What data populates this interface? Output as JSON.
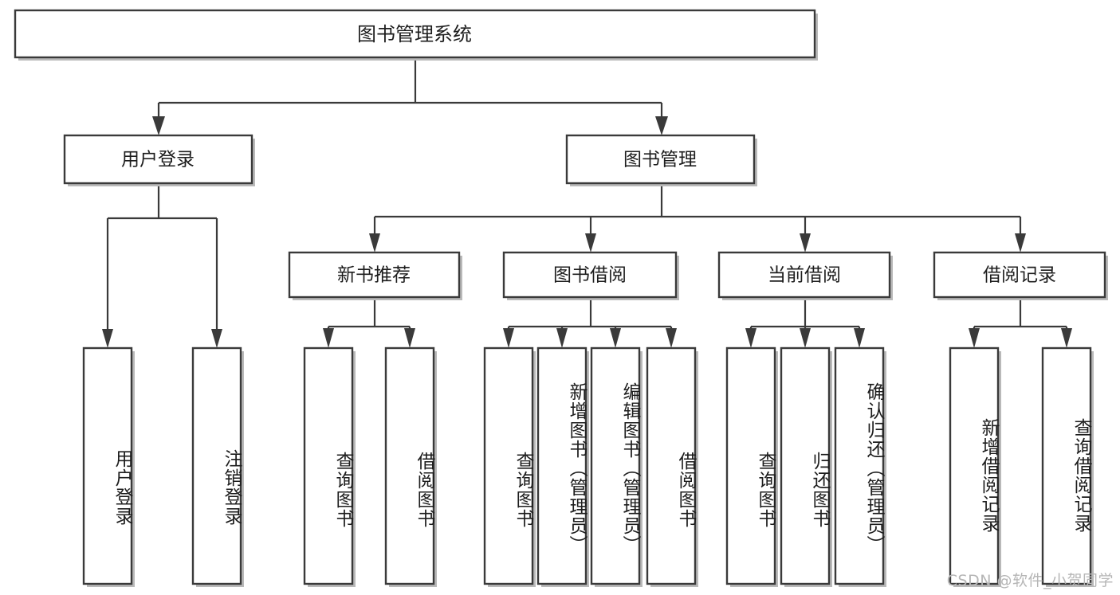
{
  "diagram": {
    "type": "tree-hierarchy",
    "orientation": "top-down",
    "root": {
      "id": "root",
      "label": "图书管理系统"
    },
    "level2": [
      {
        "id": "user-login",
        "label": "用户登录"
      },
      {
        "id": "book-manage",
        "label": "图书管理"
      }
    ],
    "level3": [
      {
        "id": "new-book-recommend",
        "label": "新书推荐",
        "parent": "book-manage"
      },
      {
        "id": "book-borrow",
        "label": "图书借阅",
        "parent": "book-manage"
      },
      {
        "id": "current-borrow",
        "label": "当前借阅",
        "parent": "book-manage"
      },
      {
        "id": "borrow-record",
        "label": "借阅记录",
        "parent": "book-manage"
      }
    ],
    "leaves": [
      {
        "id": "leaf-user-login",
        "label": "用户登录",
        "parent": "user-login"
      },
      {
        "id": "leaf-user-logout",
        "label": "注销登录",
        "parent": "user-login"
      },
      {
        "id": "leaf-query-book-1",
        "label": "查询图书",
        "parent": "new-book-recommend"
      },
      {
        "id": "leaf-borrow-book-1",
        "label": "借阅图书",
        "parent": "new-book-recommend"
      },
      {
        "id": "leaf-query-book-2",
        "label": "查询图书",
        "parent": "book-borrow"
      },
      {
        "id": "leaf-add-book",
        "label": "新增图书（管理员）",
        "parent": "book-borrow"
      },
      {
        "id": "leaf-edit-book",
        "label": "编辑图书（管理员）",
        "parent": "book-borrow"
      },
      {
        "id": "leaf-borrow-book-2",
        "label": "借阅图书",
        "parent": "book-borrow"
      },
      {
        "id": "leaf-query-book-3",
        "label": "查询图书",
        "parent": "current-borrow"
      },
      {
        "id": "leaf-return-book",
        "label": "归还图书",
        "parent": "current-borrow"
      },
      {
        "id": "leaf-confirm-return",
        "label": "确认归还（管理员）",
        "parent": "current-borrow"
      },
      {
        "id": "leaf-add-record",
        "label": "新增借阅记录",
        "parent": "borrow-record"
      },
      {
        "id": "leaf-query-record",
        "label": "查询借阅记录",
        "parent": "borrow-record"
      }
    ]
  },
  "watermark": {
    "text": "CSDN @软件_小贺同学"
  },
  "colors": {
    "box_stroke": "#3a3a3a",
    "box_fill": "#ffffff",
    "text": "#1d1d1d",
    "shadow": "#b9b9b9",
    "background": "#ffffff",
    "watermark": "#b6b6b6"
  }
}
